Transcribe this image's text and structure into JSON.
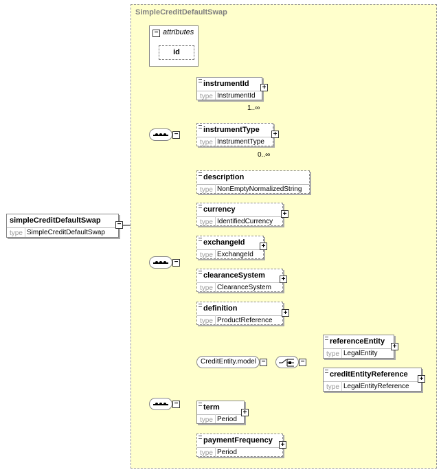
{
  "panel": {
    "title": "SimpleCreditDefaultSwap"
  },
  "attributes": {
    "title": "attributes",
    "items": [
      "id"
    ]
  },
  "root": {
    "name": "simpleCreditDefaultSwap",
    "type_key": "type",
    "type": "SimpleCreditDefaultSwap"
  },
  "seq1": [
    {
      "name": "instrumentId",
      "type_key": "type",
      "type": "InstrumentId",
      "card": "1..∞"
    },
    {
      "name": "instrumentType",
      "type_key": "type",
      "type": "InstrumentType",
      "card": "0..∞"
    },
    {
      "name": "description",
      "type_key": "type",
      "type": "NonEmptyNormalizedString"
    }
  ],
  "seq2": [
    {
      "name": "currency",
      "type_key": "type",
      "type": "IdentifiedCurrency"
    },
    {
      "name": "exchangeId",
      "type_key": "type",
      "type": "ExchangeId"
    },
    {
      "name": "clearanceSystem",
      "type_key": "type",
      "type": "ClearanceSystem"
    },
    {
      "name": "definition",
      "type_key": "type",
      "type": "ProductReference"
    }
  ],
  "model": {
    "label": "CreditEntity.model"
  },
  "choice": [
    {
      "name": "referenceEntity",
      "type_key": "type",
      "type": "LegalEntity"
    },
    {
      "name": "creditEntityReference",
      "type_key": "type",
      "type": "LegalEntityReference"
    }
  ],
  "seq3": [
    {
      "name": "term",
      "type_key": "type",
      "type": "Period"
    },
    {
      "name": "paymentFrequency",
      "type_key": "type",
      "type": "Period"
    }
  ]
}
